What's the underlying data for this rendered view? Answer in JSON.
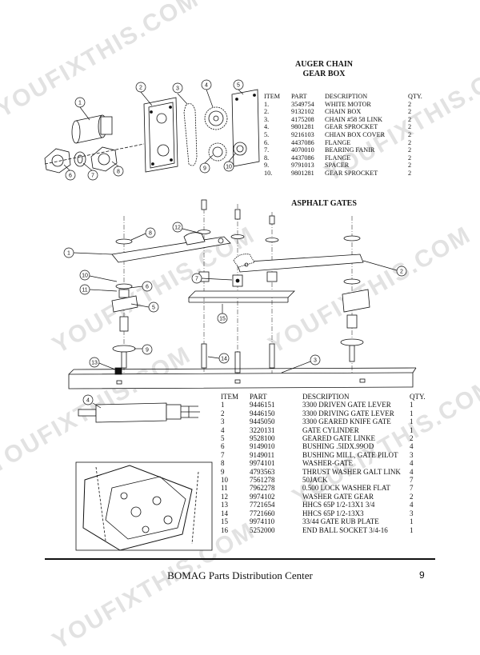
{
  "watermarks": [
    "YOUFIXTHIS.COM",
    "YOUFIXTHIS.COM",
    "YOUFIXTHIS.COM",
    "YOUFIXTHIS.COM",
    "YOUFIXTHIS.COM",
    "YOUFIXTHIS.COM",
    "YOUFIXTHIS.COM"
  ],
  "auger": {
    "title_line1": "AUGER CHAIN",
    "title_line2": "GEAR BOX",
    "headers": [
      "ITEM",
      "PART",
      "DESCRIPTION",
      "QTY."
    ],
    "rows": [
      [
        "1.",
        "3549754",
        "WHITE MOTOR",
        "2"
      ],
      [
        "2.",
        "9132102",
        "CHAIN BOX",
        "2"
      ],
      [
        "3.",
        "4175208",
        "CHAIN #58 58 LINK",
        "2"
      ],
      [
        "4.",
        "9801281",
        "GEAR SPROCKET",
        "2"
      ],
      [
        "5.",
        "9216103",
        "CHIAN BOX COVER",
        "2"
      ],
      [
        "6.",
        "4437086",
        "FLANGE",
        "2"
      ],
      [
        "7.",
        "4070010",
        "BEARING FANIR",
        "2"
      ],
      [
        "8.",
        "4437086",
        "FLANGE",
        "2"
      ],
      [
        "9.",
        "9791013",
        "SPACER",
        "2"
      ],
      [
        "10.",
        "9801281",
        "GEAR SPROCKET",
        "2"
      ]
    ],
    "callouts": [
      "1",
      "2",
      "3",
      "4",
      "5",
      "6",
      "7",
      "8",
      "9",
      "10"
    ]
  },
  "gates": {
    "title": "ASPHALT GATES",
    "headers": [
      "ITEM",
      "PART",
      "DESCRIPTION",
      "QTY."
    ],
    "rows": [
      [
        "1",
        "9446151",
        "3300 DRIVEN GATE LEVER",
        "1"
      ],
      [
        "2",
        "9446150",
        "3300 DRIVING GATE LEVER",
        "1"
      ],
      [
        "3",
        "9445050",
        "3300 GEARED KNIFE GATE",
        "1"
      ],
      [
        "4",
        "3220131",
        "GATE CYLINDER",
        "1"
      ],
      [
        "5",
        "9528100",
        "GEARED GATE LINKE",
        "2"
      ],
      [
        "6",
        "9149010",
        "BUSHING .5IDX.99OD",
        "4"
      ],
      [
        "7",
        "9149011",
        "BUSHING MILL, GATE PILOT",
        "3"
      ],
      [
        "8",
        "9974101",
        "WASHER-GATE",
        "4"
      ],
      [
        "9",
        "4793563",
        "THRUST WASHER GALT LINK",
        "4"
      ],
      [
        "10",
        "7561278",
        "50JACK",
        "7"
      ],
      [
        "11",
        "7962278",
        "0.500 LOCK WASHER FLAT",
        "7"
      ],
      [
        "12",
        "9974102",
        "WASHER GATE GEAR",
        "2"
      ],
      [
        "13",
        "7721654",
        "HHCS 65P 1/2-13X1 3/4",
        "4"
      ],
      [
        "14",
        "7721660",
        "HHCS 65P 1/2-13X3",
        "3"
      ],
      [
        "15",
        "9974110",
        "33/44 GATE RUB PLATE",
        "1"
      ],
      [
        "16",
        "5252000",
        "END BALL SOCKET 3/4-16",
        "1"
      ]
    ],
    "callouts": [
      "1",
      "2",
      "3",
      "4",
      "5",
      "6",
      "7",
      "8",
      "9",
      "10",
      "11",
      "12",
      "13",
      "14",
      "15"
    ]
  },
  "footer": {
    "text": "BOMAG Parts Distribution Center",
    "page": "9"
  }
}
